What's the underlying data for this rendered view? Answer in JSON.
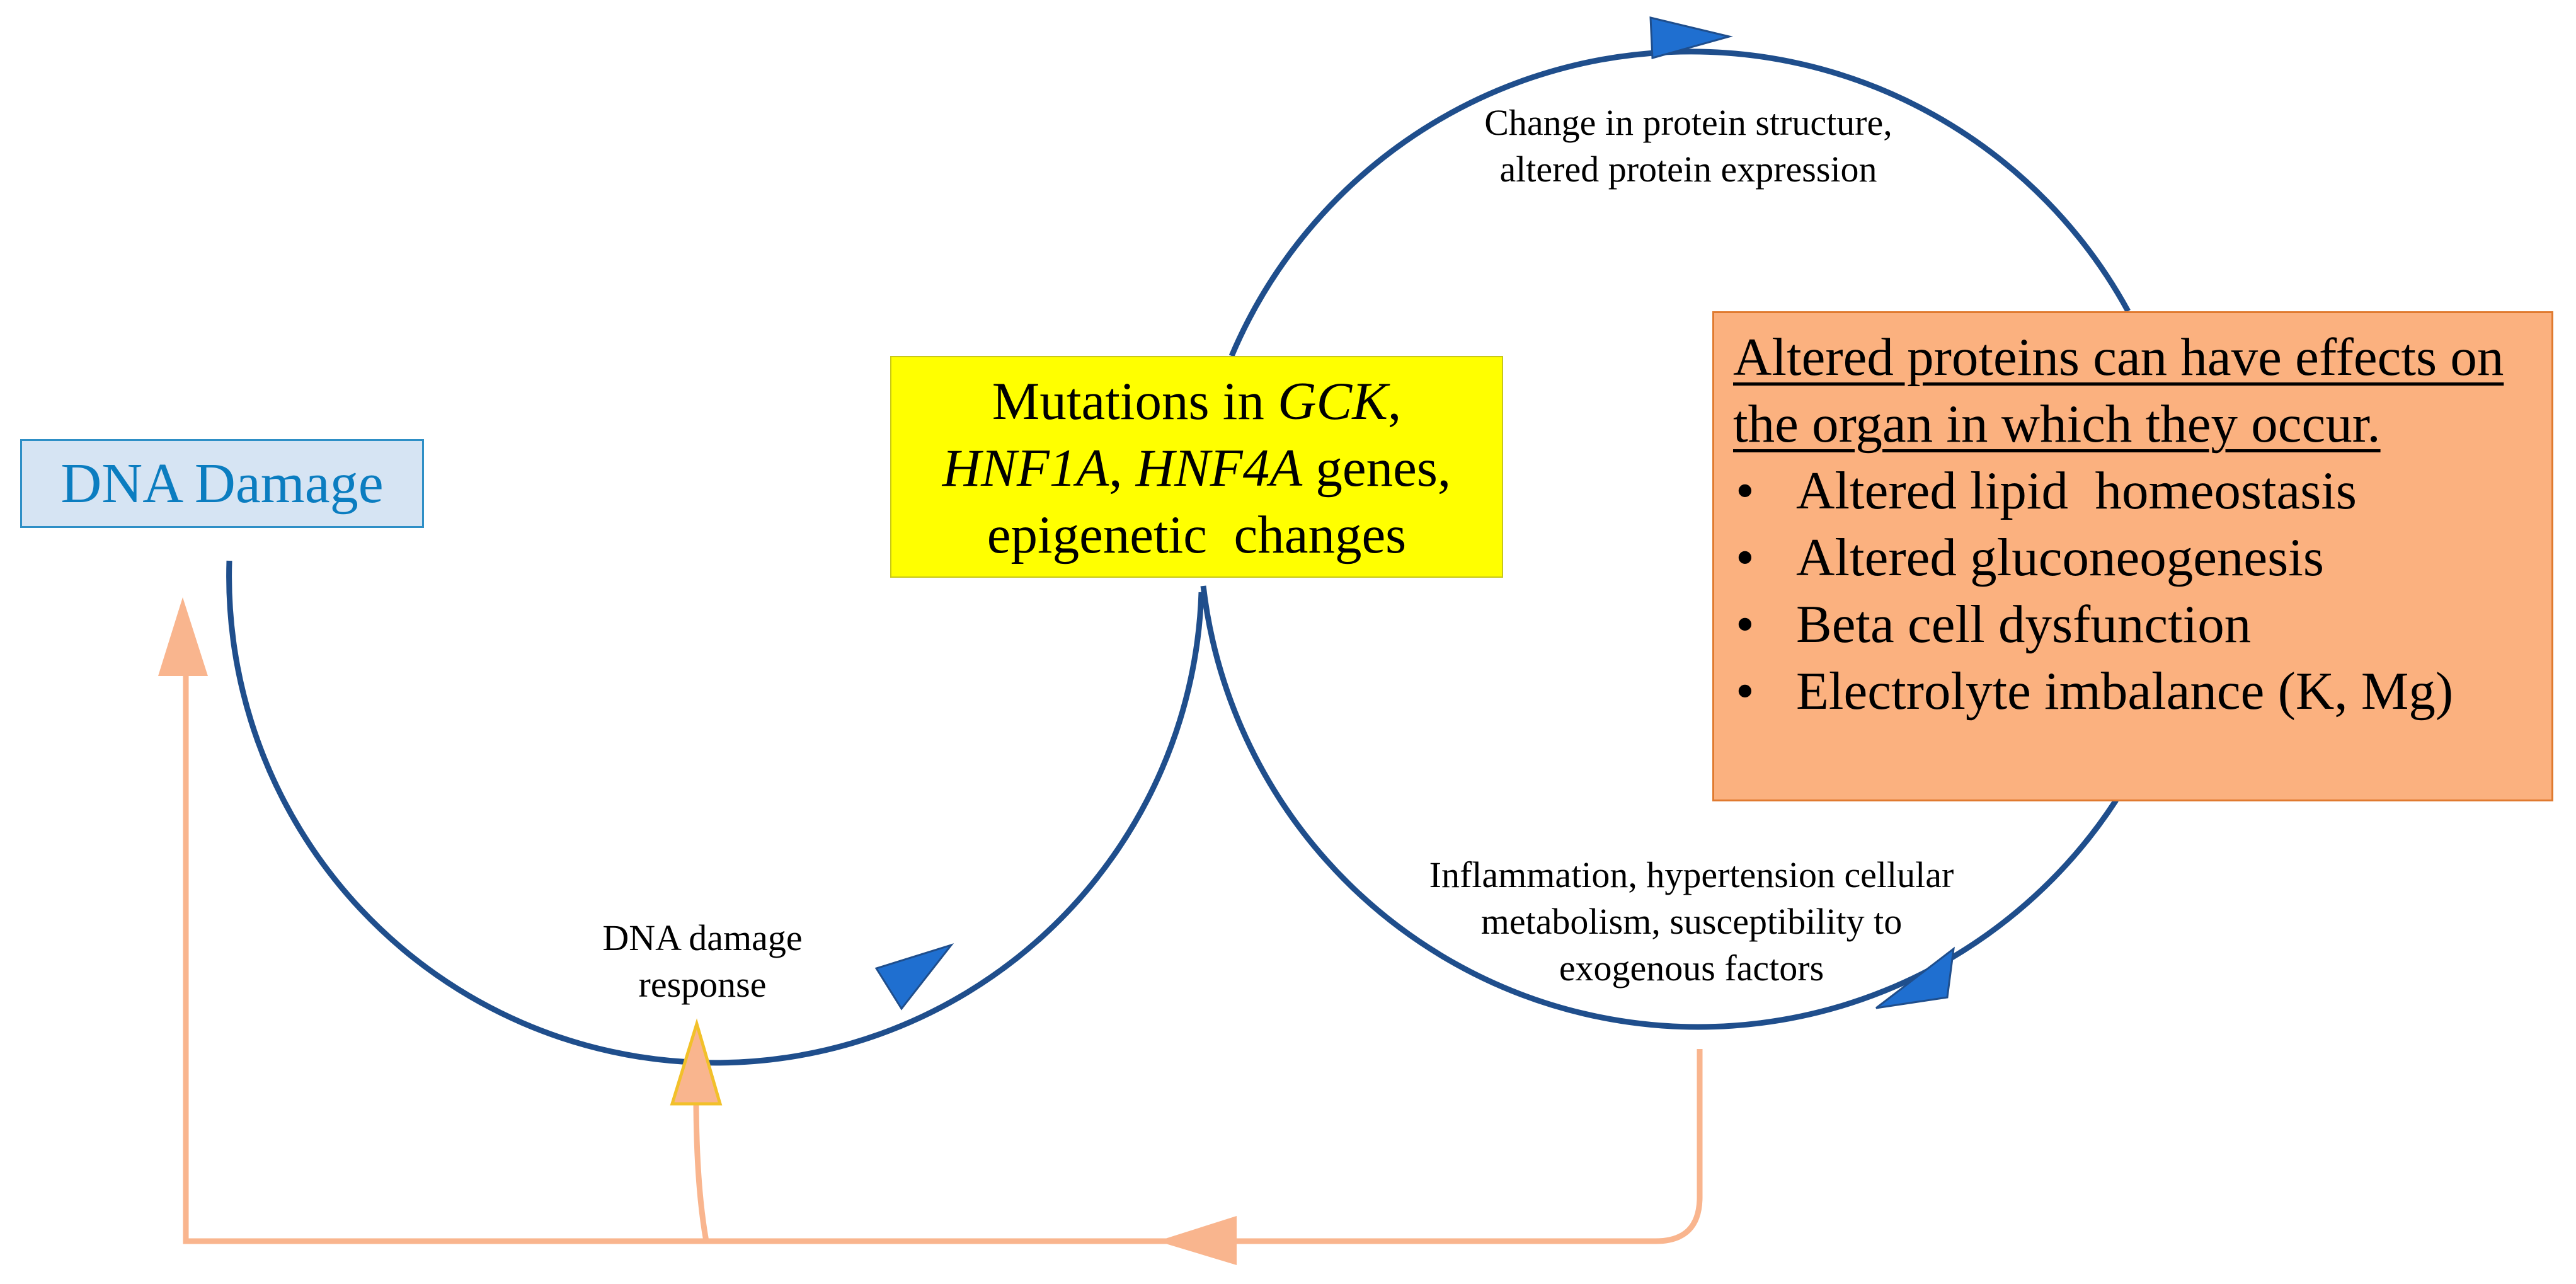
{
  "dna_damage": {
    "label": "DNA Damage"
  },
  "mutations": {
    "line1_prefix": "Mutations in ",
    "line1_gene": "GCK",
    "line1_suffix": ",",
    "gene2": "HNF1A",
    "sep": ", ",
    "gene3": "HNF4A",
    "line2_suffix": " genes,",
    "line3": "epigenetic  changes"
  },
  "altered_proteins": {
    "title": "Altered proteins can have effects on the organ in which they occur.",
    "items": [
      "Altered lipid  homeostasis",
      "Altered gluconeogenesis",
      "Beta cell dysfunction",
      "Electrolyte imbalance (K, Mg)"
    ]
  },
  "labels": {
    "protein_change_1": "Change in protein structure,",
    "protein_change_2": "altered protein expression",
    "inflammation_1": "Inflammation, hypertension cellular",
    "inflammation_2": "metabolism, susceptibility to",
    "inflammation_3": "exogenous factors",
    "ddr_1": "DNA damage",
    "ddr_2": "response"
  },
  "colors": {
    "circle_stroke": "#1f4e8c",
    "arrowhead_blue": "#1f6fd0",
    "feedback_line": "#f9b58e",
    "dna_box_fill": "#d6e4f3",
    "dna_text": "#0b7dc0",
    "mutation_box_fill": "#ffff00",
    "protein_box_fill": "#fbb17f"
  }
}
